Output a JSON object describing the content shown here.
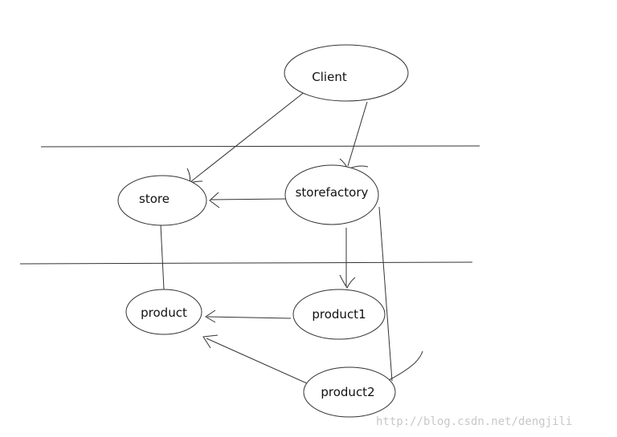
{
  "nodes": {
    "client": "Client",
    "store": "store",
    "storefactory": "storefactory",
    "product": "product",
    "product1": "product1",
    "product2": "product2"
  },
  "watermark": "http://blog.csdn.net/dengjili"
}
